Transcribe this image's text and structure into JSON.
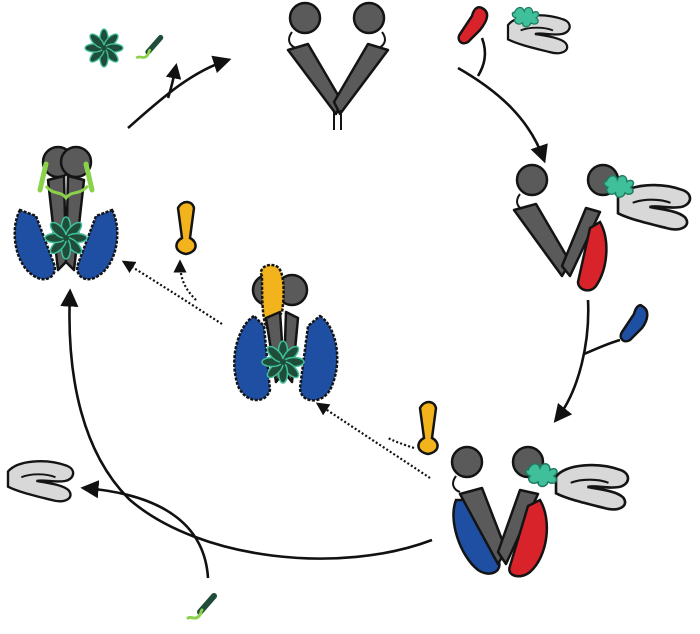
{
  "figure": {
    "kind": "protein-cycle-schematic",
    "colors": {
      "dimer": "#5a5a5a",
      "outline": "#141414",
      "red_factor": "#d8232a",
      "blue_factor": "#1f4fa3",
      "yellow_factor": "#f2b31c",
      "teal_substrate": "#3fbf9a",
      "dark_client": "#1f4d3a",
      "light_green_peptide": "#8bd14a",
      "light_grey_cofactor": "#d8d8d8",
      "arrow": "#111111"
    },
    "states": [
      {
        "name": "open-dimer"
      },
      {
        "name": "red-bound-with-cofactor"
      },
      {
        "name": "red-blue-bound-with-cofactor"
      },
      {
        "name": "yellow-blue-closed-client"
      },
      {
        "name": "blue-closed-client-peptide"
      }
    ],
    "free_components": [
      {
        "name": "released-client-flower"
      },
      {
        "name": "released-peptide"
      },
      {
        "name": "incoming-red-factor"
      },
      {
        "name": "incoming-cofactor-with-substrate"
      },
      {
        "name": "incoming-blue-factor"
      },
      {
        "name": "incoming-yellow-factor"
      },
      {
        "name": "released-yellow-factor"
      },
      {
        "name": "released-cofactor"
      },
      {
        "name": "incoming-peptide"
      }
    ]
  }
}
